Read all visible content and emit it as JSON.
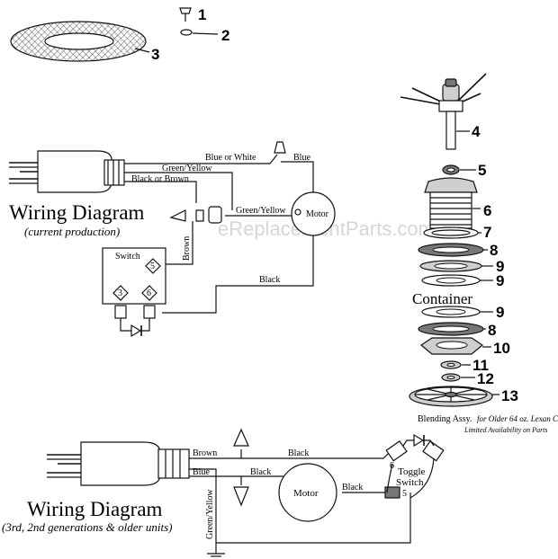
{
  "watermark": "eReplacementParts.com",
  "callouts": [
    "1",
    "2",
    "3",
    "4",
    "5",
    "6",
    "7",
    "8",
    "9",
    "9",
    "9",
    "8",
    "10",
    "11",
    "12",
    "13"
  ],
  "container_label": "Container",
  "blending_assy": {
    "title": "Blending Assy.",
    "note": "for Older 64 oz. Lexan C",
    "availability": "Limited Availability on Parts"
  },
  "wiring_current": {
    "title": "Wiring Diagram",
    "subtitle": "(current production)",
    "labels": {
      "blue_or_white": "Blue or White",
      "blue": "Blue",
      "green_yellow_top": "Green/Yellow",
      "black_or_brown": "Black or Brown",
      "green_yellow_mid": "Green/Yellow",
      "motor": "Motor",
      "brown": "Brown",
      "switch": "Switch",
      "terminal_5": "5",
      "terminal_3": "3",
      "terminal_6": "6",
      "black": "Black"
    }
  },
  "wiring_older": {
    "title": "Wiring Diagram",
    "subtitle": "(3rd, 2nd generations & older units)",
    "labels": {
      "brown": "Brown",
      "black_top": "Black",
      "blue": "Blue",
      "black_mid": "Black",
      "motor": "Motor",
      "black_right": "Black",
      "toggle": "Toggle",
      "switch": "Switch",
      "terminal_6": "6",
      "terminal_5": "5",
      "green_yellow": "Green/Yellow"
    }
  }
}
